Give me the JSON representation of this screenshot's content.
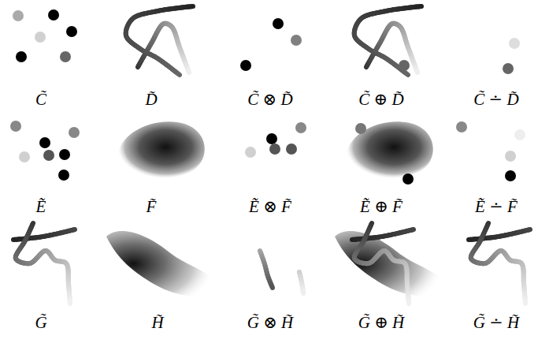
{
  "diagram": {
    "labels": [
      "C̃",
      "D̃",
      "C̃ ⊗ D̃",
      "C̃ ⊕ D̃",
      "C̃ ∸ D̃",
      "Ẽ",
      "F̃",
      "Ẽ ⊗ F̃",
      "Ẽ ⊕ F̃",
      "Ẽ ∸ F̃",
      "G̃",
      "H̃",
      "G̃ ⊗ H̃",
      "G̃ ⊕ H̃",
      "G̃ ∸ H̃"
    ]
  }
}
